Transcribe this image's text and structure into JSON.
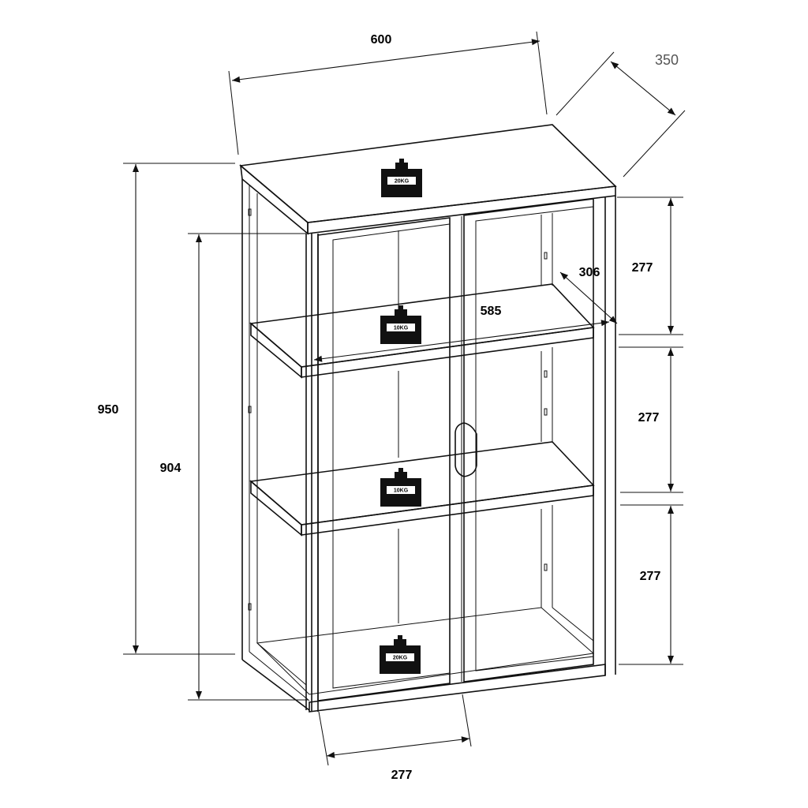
{
  "dimensions": {
    "width": "600",
    "depth": "350",
    "height_total": "950",
    "height_body": "904",
    "shelf_depth": "306",
    "shelf_width": "585",
    "compartment_top": "277",
    "compartment_middle": "277",
    "compartment_bottom": "277",
    "door_width": "277"
  },
  "load_labels": {
    "top": "20KG",
    "shelf_upper": "10KG",
    "shelf_lower": "10KG",
    "bottom": "20KG"
  }
}
